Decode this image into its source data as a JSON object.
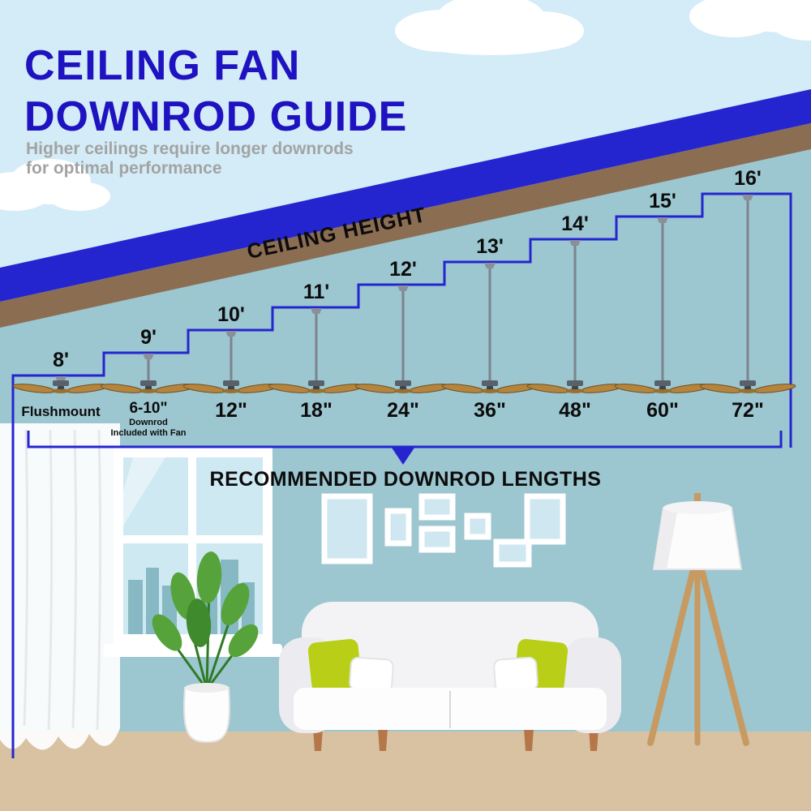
{
  "header": {
    "title_line1": "CEILING FAN",
    "title_line2": "DOWNROD GUIDE",
    "subtitle_line1": "Higher ceilings require longer downrods",
    "subtitle_line2": "for optimal performance"
  },
  "diagram": {
    "ceiling_height_label": "CEILING HEIGHT",
    "bottom_label": "RECOMMENDED DOWNROD LENGTHS",
    "fans": [
      {
        "ceiling_height": "8'",
        "downrod": "Flushmount"
      },
      {
        "ceiling_height": "9'",
        "downrod": "6-10\"",
        "sub1": "Downrod",
        "sub2": "Included with Fan"
      },
      {
        "ceiling_height": "10'",
        "downrod": "12\""
      },
      {
        "ceiling_height": "11'",
        "downrod": "18\""
      },
      {
        "ceiling_height": "12'",
        "downrod": "24\""
      },
      {
        "ceiling_height": "13'",
        "downrod": "36\""
      },
      {
        "ceiling_height": "14'",
        "downrod": "48\""
      },
      {
        "ceiling_height": "15'",
        "downrod": "60\""
      },
      {
        "ceiling_height": "16'",
        "downrod": "72\""
      }
    ]
  },
  "colors": {
    "accent_blue": "#2525d0",
    "title_blue": "#1f12c0",
    "roof_brown": "#8b6d52",
    "wall_teal": "#9cc6d0",
    "sky_blue": "#d3ecf7",
    "floor_tan": "#d8c2a2",
    "pillow_green": "#b9cf17",
    "fan_blade_brown": "#b5853e"
  }
}
